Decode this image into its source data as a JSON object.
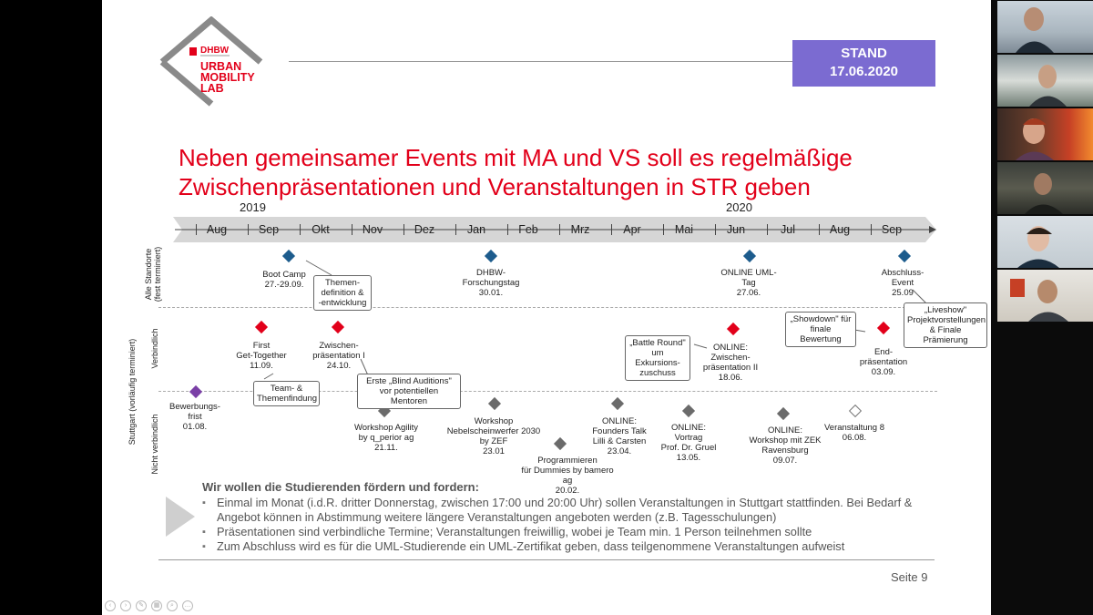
{
  "logo": {
    "institution": "DHBW",
    "lines": [
      "URBAN",
      "MOBILITY",
      "LAB"
    ]
  },
  "stand": {
    "label": "STAND",
    "date": "17.06.2020"
  },
  "title": {
    "line1": "Neben gemeinsamer Events mit MA und VS soll es regelmäßige",
    "line2": "Zwischenpräsentationen und Veranstaltungen in STR geben"
  },
  "years": {
    "y2019": "2019",
    "y2020": "2020"
  },
  "months": [
    "Aug",
    "Sep",
    "Okt",
    "Nov",
    "Dez",
    "Jan",
    "Feb",
    "Mrz",
    "Apr",
    "Mai",
    "Jun",
    "Jul",
    "Aug",
    "Sep"
  ],
  "rows": {
    "alle": "Alle Standorte\n(fest terminiert)",
    "stuttgart": "Stuttgart (vorläufig terminiert)",
    "verbindlich": "Verbindlich",
    "nicht_verbindlich": "Nicht verbindlich"
  },
  "events": {
    "bootcamp": "Boot Camp\n27.-29.09.",
    "forschungstag": "DHBW-\nForschungstag\n30.01.",
    "uml_tag": "ONLINE UML-\nTag\n27.06.",
    "abschluss": "Abschluss-\nEvent\n25.09",
    "first_gt": "First\nGet-Together\n11.09.",
    "zwischen1": "Zwischen-\npräsentation I\n24.10.",
    "zwischen2": "ONLINE:\nZwischen-\npräsentation II\n18.06.",
    "end": "End-\npräsentation\n03.09.",
    "bewerbung": "Bewerbungs-\nfrist\n01.08.",
    "agility": "Workshop Agility\nby q_perior ag\n21.11.",
    "nebel": "Workshop\nNebelscheinwerfer 2030\nby ZEF\n23.01",
    "programmieren": "Programmieren\nfür Dummies by bamero ag\n20.02.",
    "founders": "ONLINE:\nFounders Talk\nLilli & Carsten\n23.04.",
    "vortrag": "ONLINE:\nVortrag\nProf. Dr. Gruel\n13.05.",
    "zek": "ONLINE:\nWorkshop mit ZEK\nRavensburg\n09.07.",
    "v8": "Veranstaltung 8\n06.08."
  },
  "callouts": {
    "themen": "Themen-\ndefinition &\n-entwicklung",
    "team": "Team- &\nThemenfindung",
    "blind": "Erste „Blind Auditions\"\nvor potentiellen Mentoren",
    "battle": "„Battle Round\"\num Exkursions-\nzuschuss",
    "showdown": "„Showdown\" für\nfinale Bewertung",
    "liveshow": "„Liveshow\"\nProjektvorstellungen\n& Finale Prämierung"
  },
  "summary": {
    "heading": "Wir wollen die Studierenden fördern und fordern:",
    "bullets": [
      "Einmal im Monat (i.d.R. dritter Donnerstag, zwischen 17:00 und 20:00 Uhr) sollen Veranstaltungen in Stuttgart stattfinden. Bei Bedarf & Angebot können in Abstimmung weitere längere Veranstaltungen angeboten werden (z.B. Tagesschulungen)",
      "Präsentationen sind verbindliche Termine; Veranstaltungen freiwillig, wobei je Team min. 1 Person teilnehmen sollte",
      "Zum Abschluss wird es für die UML-Studierende ein UML-Zertifikat geben, dass teilgenommene Veranstaltungen aufweist"
    ]
  },
  "page": "Seite 9",
  "colors": {
    "accent": "#e2001a",
    "stand_bg": "#7b6bd1",
    "timeline": "#d0d0d0",
    "blue": "#1d5c8d",
    "purple": "#7a3fa6"
  }
}
